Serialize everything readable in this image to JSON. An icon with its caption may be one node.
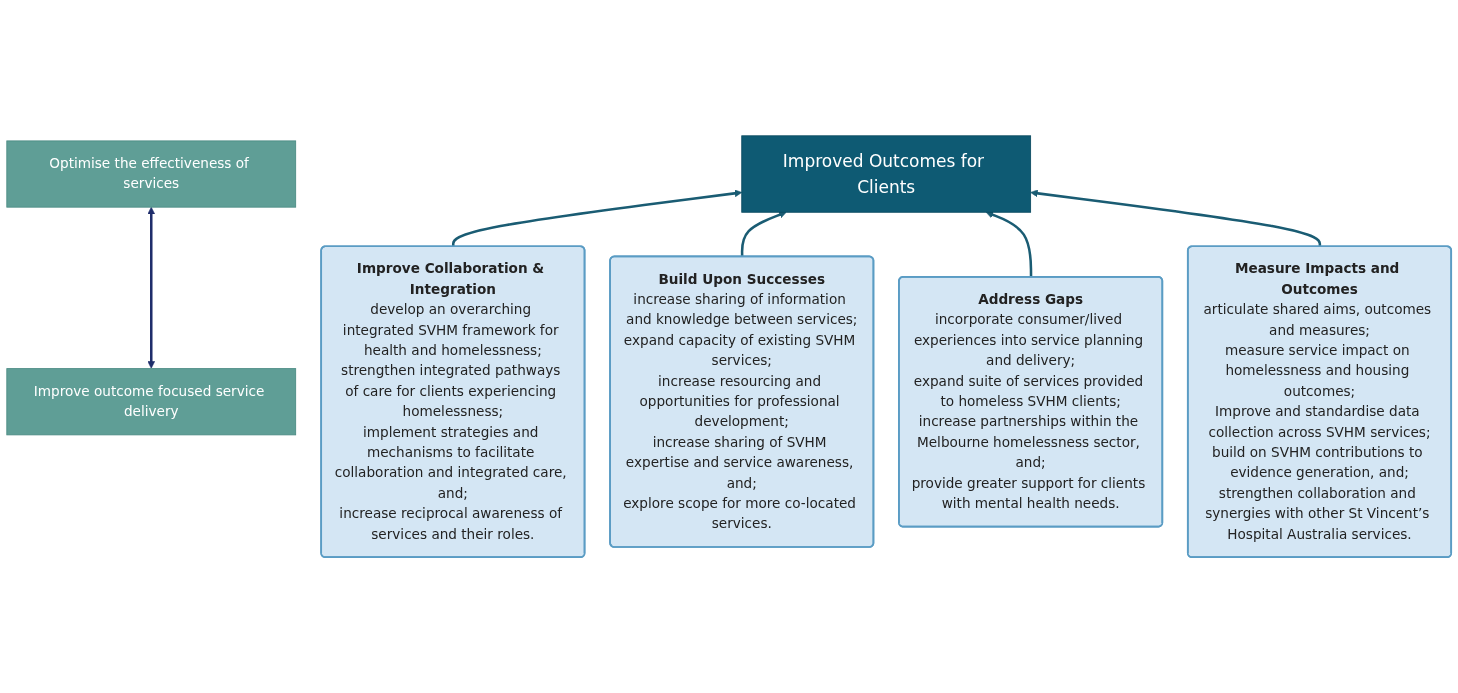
{
  "diagram": {
    "nodes": [
      {
        "text": [
          "Improve outcome focused service delivery"
        ]
      },
      {
        "text": [
          "Optimise the effectiveness of services"
        ]
      },
      {
        "text": [
          "Improved Outcomes for Clients"
        ]
      },
      {
        "text": [
          "Improve Collaboration & Integration",
          "develop an overarching integrated SVHM framework for health and homelessness;",
          "strengthen integrated pathways of care for clients experiencing homelessness;",
          "implement strategies and mechanisms to facilitate collaboration and integrated care, and;",
          "increase reciprocal awareness of services and their roles."
        ]
      },
      {
        "text": [
          "Build Upon Successes",
          "increase sharing of information and knowledge between services;",
          "expand capacity of existing SVHM services;",
          "increase resourcing and opportunities for professional development;",
          "increase sharing of SVHM expertise and service awareness, and;",
          "explore scope for more co-located services."
        ]
      },
      {
        "text": [
          "Address Gaps",
          "incorporate consumer/lived experiences into service planning and delivery;",
          "expand suite of services provided to homeless SVHM clients;",
          "increase partnerships within the Melbourne homelessness sector, and;",
          "provide greater support for clients with mental health needs."
        ]
      },
      {
        "text": [
          "Measure Impacts and Outcomes",
          "articulate shared aims, outcomes and measures;",
          "measure service impact on homelessness and housing outcomes;",
          "Improve and standardise data collection across SVHM services;",
          "build on SVHM contributions to evidence generation, and;",
          "strengthen collaboration and synergies with other St Vincent’s Hospital Australia services."
        ]
      }
    ],
    "edges": [
      {
        "from": 0,
        "to": 1,
        "arrow": "both",
        "color": "#1f2d6b"
      },
      {
        "from": 3,
        "to": 2,
        "arrow": "to"
      },
      {
        "from": 4,
        "to": 2,
        "arrow": "to"
      },
      {
        "from": 5,
        "to": 2,
        "arrow": "to"
      },
      {
        "from": 6,
        "to": 2,
        "arrow": "to"
      }
    ]
  }
}
